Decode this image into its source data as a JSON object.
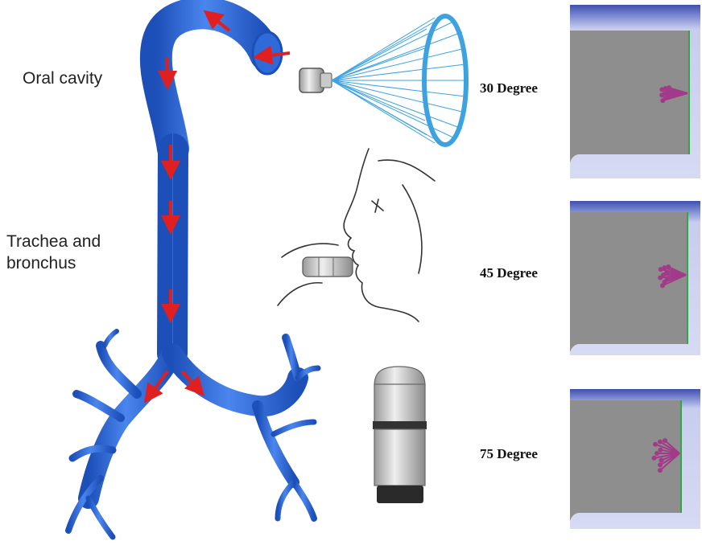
{
  "labels": {
    "oral_cavity": "Oral cavity",
    "trachea": "Trachea and\nbronchus"
  },
  "panels": [
    {
      "label": "30 Degree",
      "angle": 30
    },
    {
      "label": "45 Degree",
      "angle": 45
    },
    {
      "label": "75 Degree",
      "angle": 75
    }
  ],
  "colors": {
    "airway": "#2f6bd8",
    "arrow": "#e02020",
    "spray": "#3ea2e0",
    "particles": "#a23a8a",
    "panel_fill": "#8e8e8e",
    "panel_edge": "#2ea84a"
  }
}
